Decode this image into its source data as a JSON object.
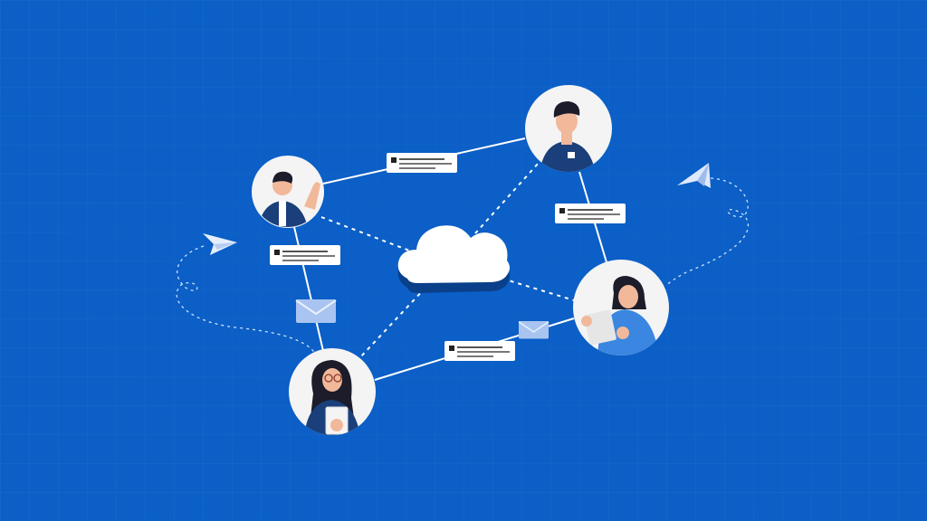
{
  "colors": {
    "background": "#0b5fc6",
    "grid": "#2a75d0",
    "line": "#ffffff",
    "cloud": "#ffffff",
    "cloud_shadow": "#0a3f8a",
    "avatar_bg": "#f4f4f4",
    "card": "#ffffff",
    "card_text": "#333333",
    "envelope": "#a9c4f0",
    "plane": "#dfe9fb",
    "shirt_dark": "#1a3f7a",
    "shirt_light": "#3b86e0",
    "skin": "#f2b89a",
    "hair": "#1c1c2a"
  },
  "nodes": [
    {
      "name": "person-waving",
      "icon": "person-waving-icon"
    },
    {
      "name": "person-pocket-shirt",
      "icon": "person-icon"
    },
    {
      "name": "person-tablet",
      "icon": "person-tablet-icon"
    },
    {
      "name": "person-glasses-clipboard",
      "icon": "person-clipboard-icon"
    }
  ],
  "center": {
    "icon": "cloud-icon"
  },
  "decorations": [
    "message-card-icon",
    "envelope-icon",
    "paper-plane-icon"
  ]
}
